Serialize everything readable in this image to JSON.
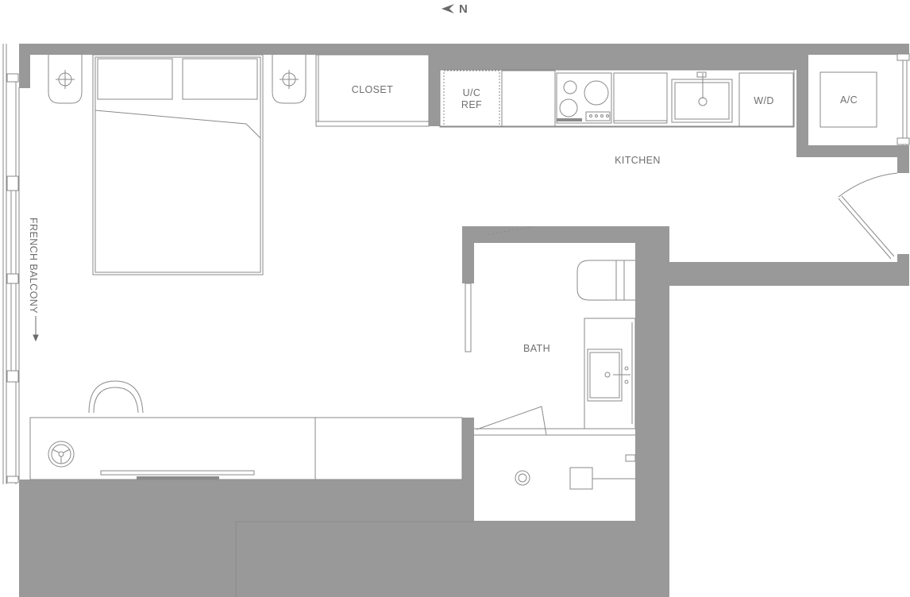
{
  "compass": {
    "label": "N",
    "icon": "north-arrow-icon"
  },
  "rooms": {
    "closet": "CLOSET",
    "ref_line1": "U/C",
    "ref_line2": "REF",
    "washer_dryer": "W/D",
    "ac": "A/C",
    "kitchen": "KITCHEN",
    "bath": "BATH",
    "french_balcony": "FRENCH BALCONY"
  },
  "colors": {
    "wall": "#999999",
    "line": "#8a8a8a",
    "label": "#6f6f6f",
    "background": "#ffffff"
  }
}
